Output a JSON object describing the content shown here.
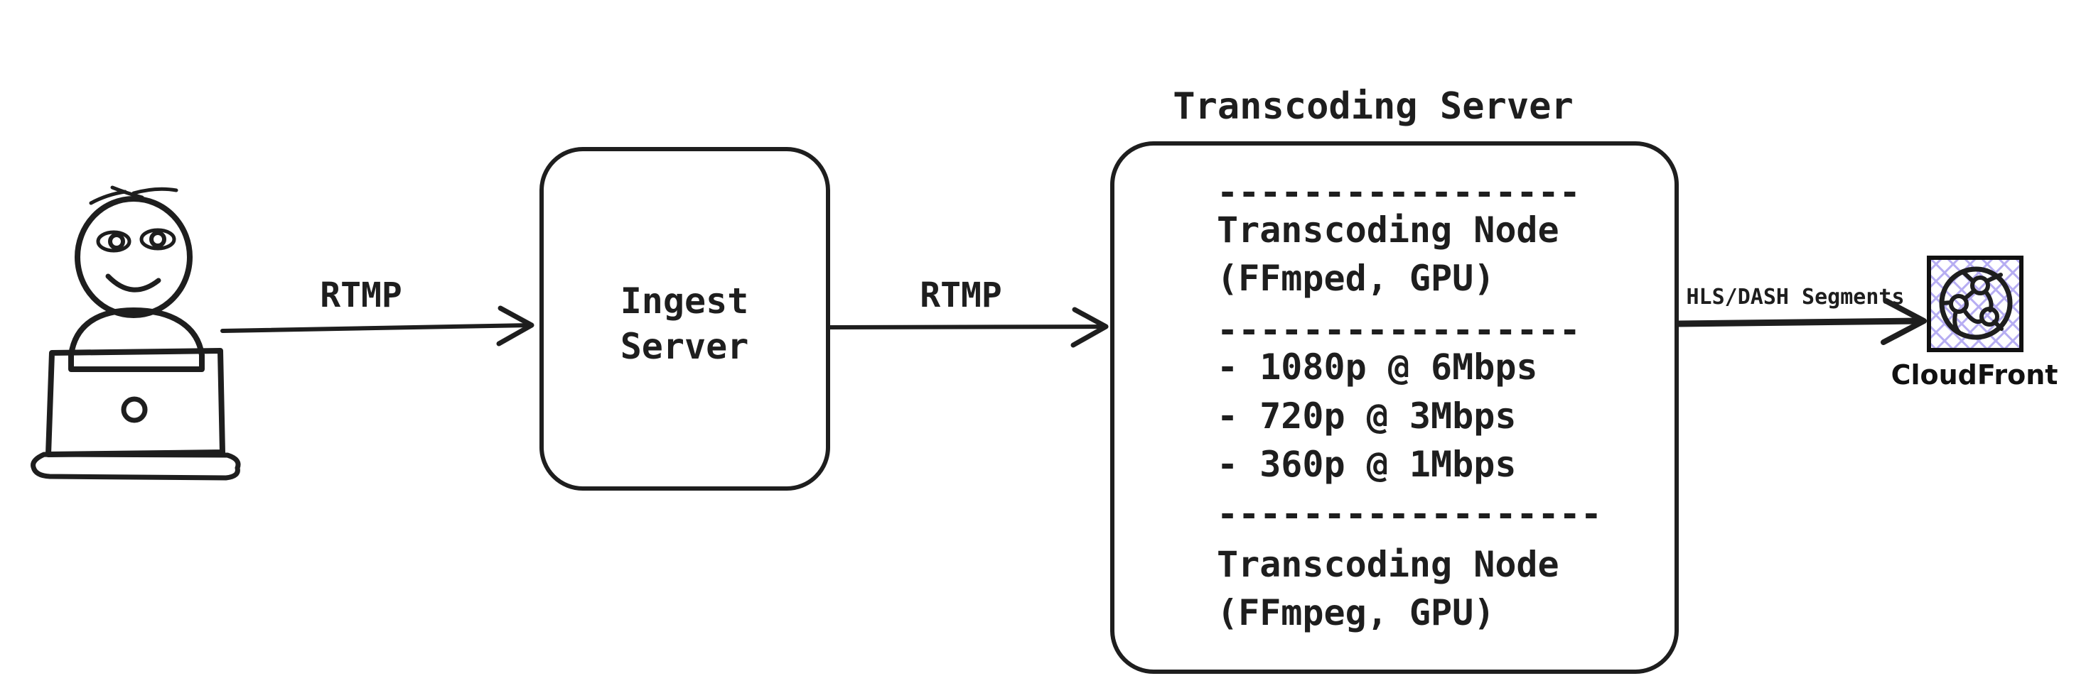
{
  "canvas": {
    "background_color": "#ffffff",
    "ink_color": "#1e1e1e"
  },
  "actor": {
    "figure": "person-at-laptop",
    "shirt_color": "#4eb584",
    "laptop_color": "#d2d5d9"
  },
  "edges": [
    {
      "id": "rtmp-1",
      "label": "RTMP"
    },
    {
      "id": "rtmp-2",
      "label": "RTMP"
    },
    {
      "id": "segments",
      "label": "HLS/DASH Segments"
    }
  ],
  "ingest": {
    "line1": "Ingest",
    "line2": "Server"
  },
  "transcoding": {
    "title": "Transcoding Server",
    "lines": [
      "-----------------",
      "Transcoding Node",
      "(FFmped, GPU)",
      "-----------------",
      "- 1080p @ 6Mbps",
      "- 720p @ 3Mbps",
      "- 360p @ 1Mbps",
      "------------------",
      "Transcoding Node",
      "(FFmpeg, GPU)"
    ]
  },
  "cloudfront": {
    "label": "CloudFront",
    "hatch_color": "#b6adf2",
    "icon": "globe-network-icon"
  }
}
